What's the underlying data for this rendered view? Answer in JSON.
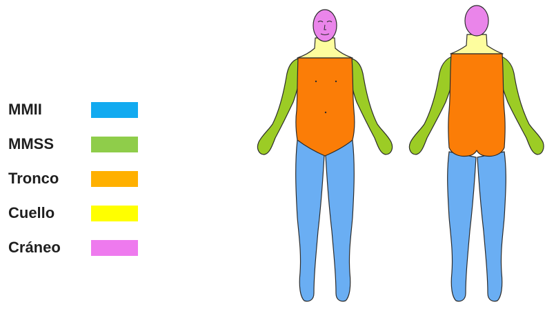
{
  "legend": {
    "items": [
      {
        "label": "MMII",
        "color": "#12aaf0"
      },
      {
        "label": "MMSS",
        "color": "#8fcd4a"
      },
      {
        "label": "Tronco",
        "color": "#ffb000"
      },
      {
        "label": "Cuello",
        "color": "#ffff00"
      },
      {
        "label": "Cráneo",
        "color": "#ee7aee"
      }
    ]
  },
  "body_colors": {
    "head": "#ea85ea",
    "neck": "#fdfd9e",
    "trunk": "#fb7d07",
    "arms": "#9ccc25",
    "legs": "#6aaef3",
    "outline": "#2b2b2b"
  }
}
